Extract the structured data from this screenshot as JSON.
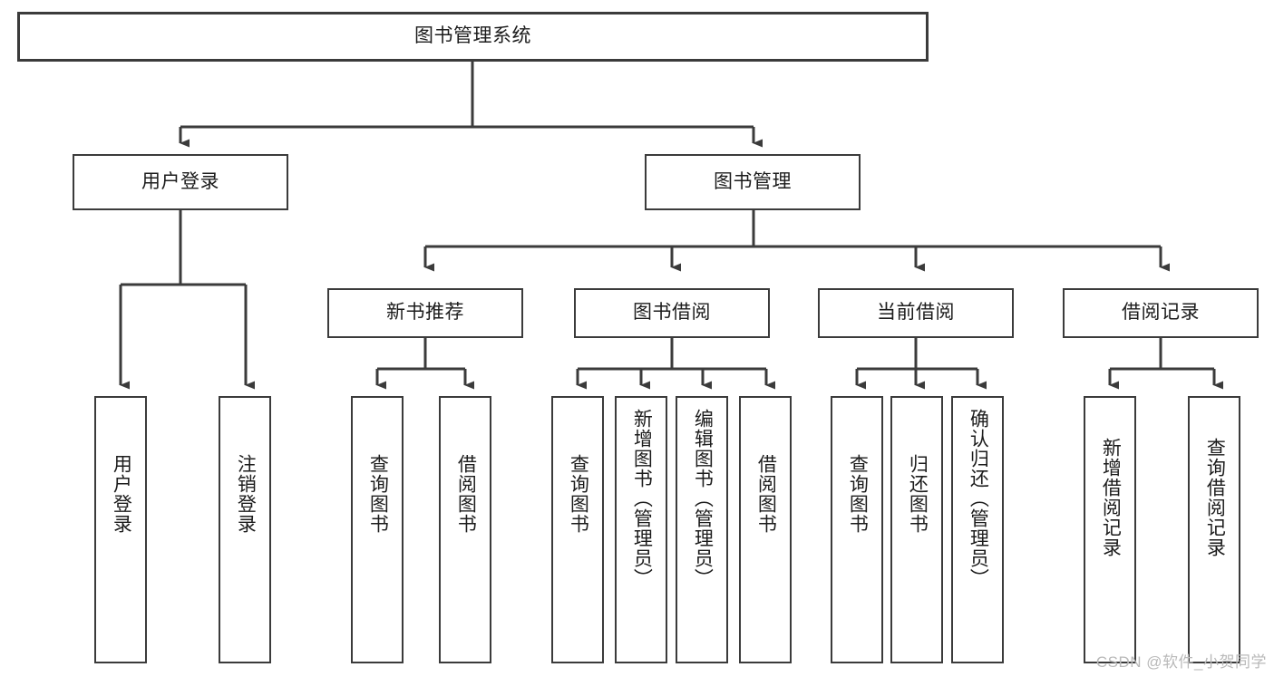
{
  "diagram": {
    "title": "图书管理系统",
    "type": "tree",
    "root": {
      "label": "图书管理系统"
    },
    "level2": [
      {
        "label": "用户登录"
      },
      {
        "label": "图书管理"
      }
    ],
    "level3": [
      {
        "label": "新书推荐"
      },
      {
        "label": "图书借阅"
      },
      {
        "label": "当前借阅"
      },
      {
        "label": "借阅记录"
      }
    ],
    "leaves": {
      "user_login": [
        {
          "label": "用户登录"
        },
        {
          "label": "注销登录"
        }
      ],
      "new_book_recommend": [
        {
          "label": "查询图书"
        },
        {
          "label": "借阅图书"
        }
      ],
      "book_borrow": [
        {
          "label": "查询图书"
        },
        {
          "label": "新增图书（管理员）"
        },
        {
          "label": "编辑图书（管理员）"
        },
        {
          "label": "借阅图书"
        }
      ],
      "current_borrow": [
        {
          "label": "查询图书"
        },
        {
          "label": "归还图书"
        },
        {
          "label": "确认归还（管理员）"
        }
      ],
      "borrow_record": [
        {
          "label": "新增借阅记录"
        },
        {
          "label": "查询借阅记录"
        }
      ]
    },
    "colors": {
      "stroke": "#3b3b3b",
      "background": "#ffffff",
      "text": "#1c1c1c",
      "watermark": "#b9b9b9"
    }
  },
  "watermark": {
    "text": "CSDN @软件_小贺同学"
  }
}
